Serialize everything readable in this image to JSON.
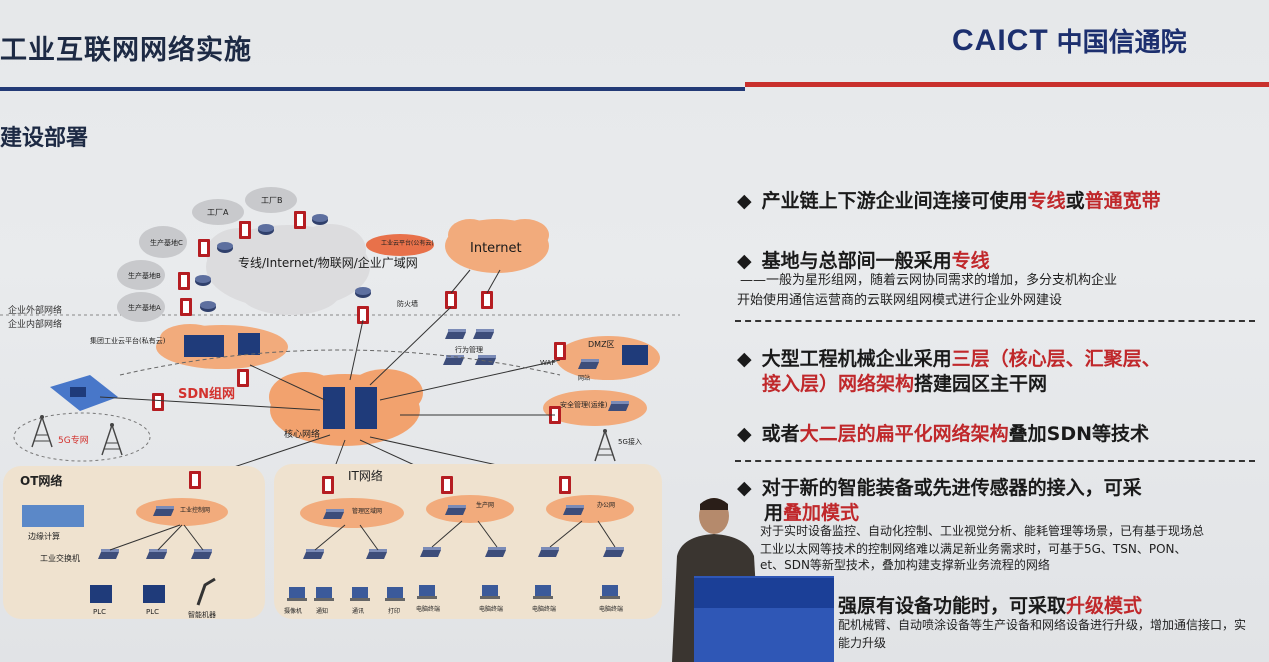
{
  "header": {
    "title": "工业互联网网络实施",
    "logo_en": "CAICT",
    "logo_cn": "中国信通院",
    "subtitle": "建设部署"
  },
  "diagram": {
    "external_label": "企业外部网络",
    "internal_label": "企业内部网络",
    "factory_a": "工厂A",
    "factory_b": "工厂B",
    "base_c": "生产基地C",
    "base_b": "生产基地B",
    "base_a": "生产基地A",
    "wan": "专线/Internet/物联网/企业广域网",
    "industrial_cloud_public": "工业云平台(公有云)",
    "internet": "Internet",
    "firewall": "防火墙",
    "industrial_cloud_private": "集团工业云平台(私有云)",
    "behavior_mgmt": "行为管理",
    "waf": "WAF",
    "dmz": "DMZ区",
    "web_ap": "网站",
    "sdn": "SDN组网",
    "core": "核心网络",
    "security": "安全管理(运维)",
    "g5_private": "5G专网",
    "g5_access": "5G接入",
    "ot": "OT网络",
    "edge": "边缘计算",
    "industrial_control": "工业控制网",
    "industrial_switch": "工业交换机",
    "plc1": "PLC",
    "plc2": "PLC",
    "robot": "智能机器",
    "it": "IT网络",
    "mgmt_office": "管理区域网",
    "prod_net": "生产网",
    "office_net": "办公网",
    "it_devices": [
      "摄像机",
      "通知",
      "通讯",
      "打印",
      "电脑终端",
      "电脑终端",
      "电脑终端",
      "电脑终端"
    ]
  },
  "points": {
    "p1_a": "产业链上下游企业间连接可使用",
    "p1_b": "专线",
    "p1_c": "或",
    "p1_d": "普通宽带",
    "p2_a": "基地与总部间一般采用",
    "p2_b": "专线",
    "p2_note1": "——一般为星形组网，随着云网协同需求的增加，多分支机构企业",
    "p2_note2": "开始使用通信运营商的云联网组网模式进行企业外网建设",
    "p3_a": "大型工程机械企业采用",
    "p3_b": "三层（核心层、汇聚层、",
    "p3_c": "接入层）网络架构",
    "p3_d": "搭建园区主干网",
    "p4_a": "或者",
    "p4_b": "大二层的扁平化网络架构",
    "p4_c": "叠加SDN等技术",
    "p5_a": "对于新的智能装备或先进传感器的接入，可采",
    "p5_b": "用",
    "p5_c": "叠加模式",
    "p5_note1": "对于实时设备监控、自动化控制、工业视觉分析、能耗管理等场景，已有基于现场总",
    "p5_note2": "工业以太网等技术的控制网络难以满足新业务需求时，可基于5G、TSN、PON、",
    "p5_note3": "et、SDN等新型技术，叠加构建支撑新业务流程的网络",
    "p6_a": "强原有设备功能时，可采取",
    "p6_b": "升级模式",
    "p6_note1": "配机械臂、自动喷涂设备等生产设备和网络设备进行升级，增加通信接口，实",
    "p6_note2": "能力升级"
  },
  "colors": {
    "navy": "#1c2f6e",
    "accent_red": "#c0282b",
    "cloud_gray": "#d9dadc",
    "cloud_orange": "#f2a97a",
    "zone_beige": "#efe2cf"
  }
}
